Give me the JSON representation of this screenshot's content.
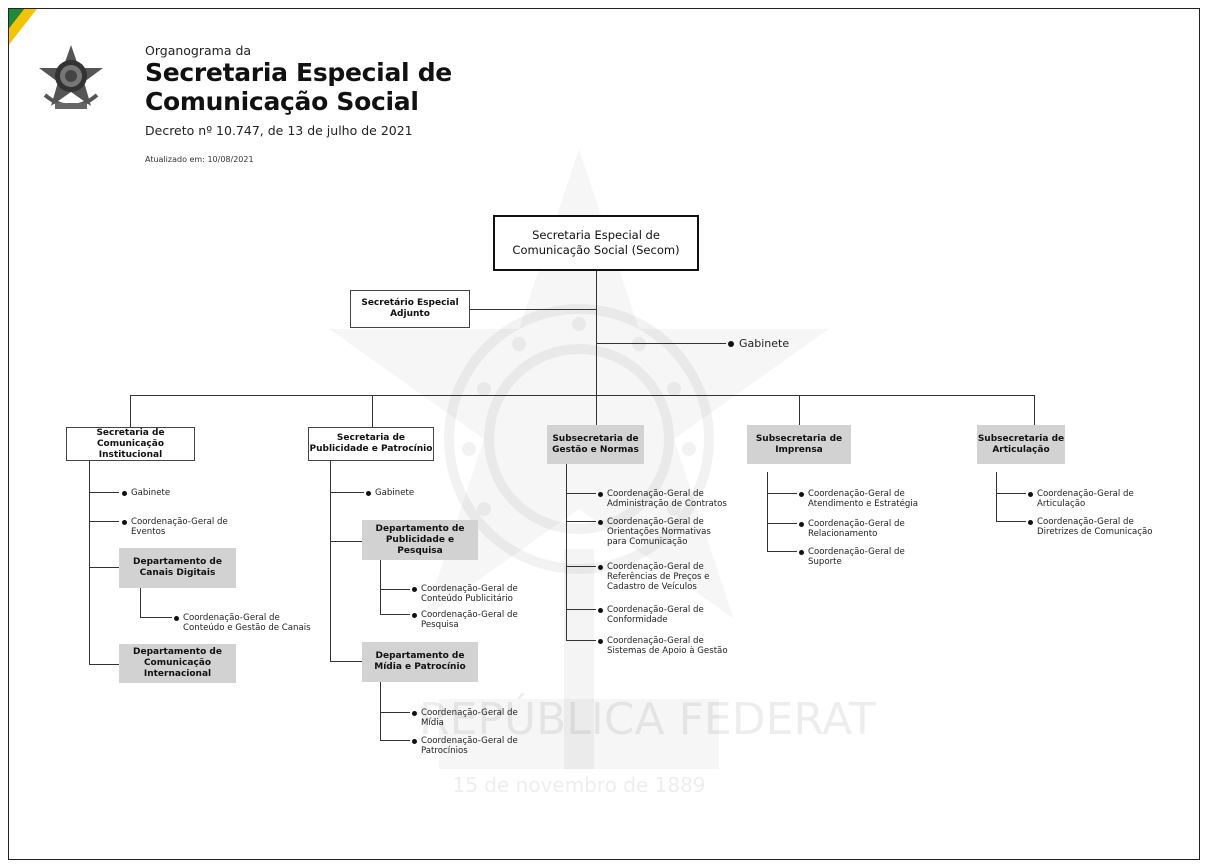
{
  "header": {
    "pretitle": "Organograma da",
    "title_line1": "Secretaria Especial de",
    "title_line2": "Comunicação Social",
    "decree": "Decreto nº 10.747, de 13 de julho de 2021",
    "updated": "Atualizado em: 10/08/2021"
  },
  "watermark": {
    "text": "REPÚBLICA FEDERATIVA DO BRASIL",
    "date": "15 de novembro de 1889"
  },
  "org": {
    "root": {
      "line1": "Secretaria Especial de",
      "line2": "Comunicação Social (Secom)"
    },
    "adjunto": {
      "line1": "Secretário Especial",
      "line2": "Adjunto"
    },
    "gabinete": "Gabinete",
    "sci": {
      "line1": "Secretaria de",
      "line2": "Comunicação Institucional",
      "items": [
        {
          "l1": "Gabinete",
          "l2": ""
        },
        {
          "l1": "Coordenação-Geral de",
          "l2": "Eventos"
        }
      ],
      "dep1": {
        "l1": "Departamento de",
        "l2": "Canais Digitais"
      },
      "dep1_items": [
        {
          "l1": "Coordenação-Geral de",
          "l2": "Conteúdo e Gestão de Canais"
        }
      ],
      "dep2": {
        "l1": "Departamento de",
        "l2": "Comunicação",
        "l3": "Internacional"
      }
    },
    "spp": {
      "line1": "Secretaria de",
      "line2": "Publicidade e Patrocínio",
      "items": [
        {
          "l1": "Gabinete",
          "l2": ""
        }
      ],
      "dep1": {
        "l1": "Departamento de",
        "l2": "Publicidade e Pesquisa"
      },
      "dep1_items": [
        {
          "l1": "Coordenação-Geral de",
          "l2": "Conteúdo Publicitário"
        },
        {
          "l1": "Coordenação-Geral de",
          "l2": "Pesquisa"
        }
      ],
      "dep2": {
        "l1": "Departamento de",
        "l2": "Mídia e Patrocínio"
      },
      "dep2_items": [
        {
          "l1": "Coordenação-Geral de",
          "l2": "Mídia"
        },
        {
          "l1": "Coordenação-Geral de",
          "l2": "Patrocínios"
        }
      ]
    },
    "sgn": {
      "line1": "Subsecretaria de",
      "line2": "Gestão e Normas",
      "items": [
        {
          "l1": "Coordenação-Geral de",
          "l2": "Administração de Contratos",
          "l3": ""
        },
        {
          "l1": "Coordenação-Geral de",
          "l2": "Orientações Normativas",
          "l3": "para Comunicação"
        },
        {
          "l1": "Coordenação-Geral de",
          "l2": "Referências de Preços e",
          "l3": "Cadastro de Veículos"
        },
        {
          "l1": "Coordenação-Geral de",
          "l2": "Conformidade",
          "l3": ""
        },
        {
          "l1": "Coordenação-Geral de",
          "l2": "Sistemas de Apoio à Gestão",
          "l3": ""
        }
      ]
    },
    "sim": {
      "line1": "Subsecretaria de",
      "line2": "Imprensa",
      "items": [
        {
          "l1": "Coordenação-Geral de",
          "l2": "Atendimento e Estratégia"
        },
        {
          "l1": "Coordenação-Geral de",
          "l2": "Relacionamento"
        },
        {
          "l1": "Coordenação-Geral de",
          "l2": "Suporte"
        }
      ]
    },
    "sar": {
      "line1": "Subsecretaria de",
      "line2": "Articulação",
      "items": [
        {
          "l1": "Coordenação-Geral de",
          "l2": "Articulação"
        },
        {
          "l1": "Coordenação-Geral de",
          "l2": "Diretrizes de Comunicação"
        }
      ]
    }
  }
}
